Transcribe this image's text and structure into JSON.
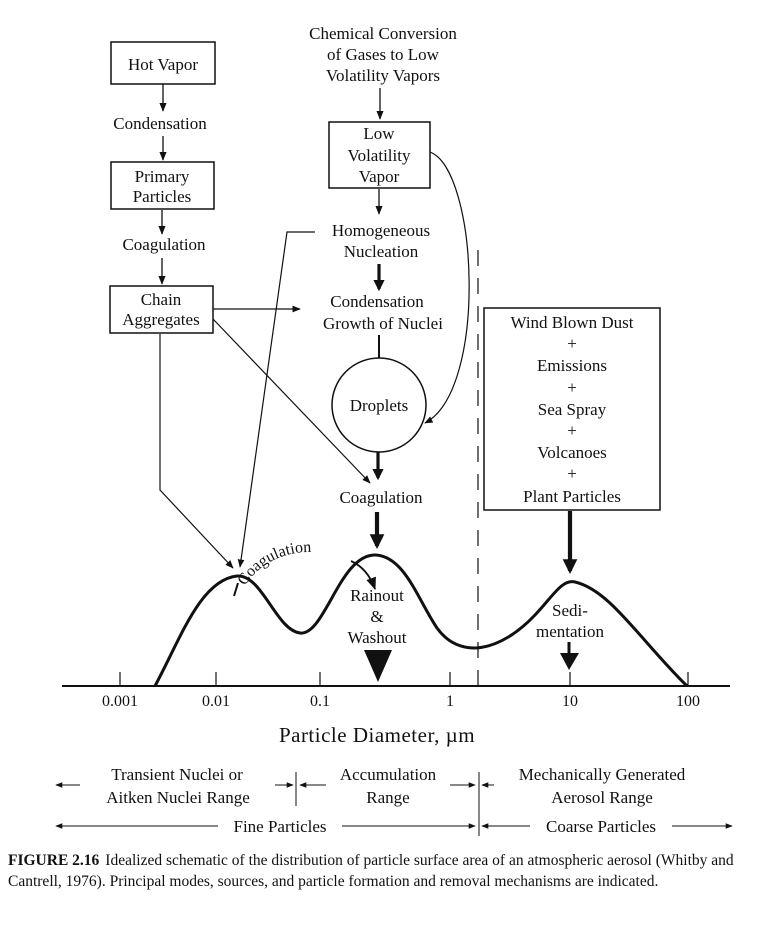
{
  "nodes": {
    "hot_vapor": "Hot Vapor",
    "condensation": "Condensation",
    "primary_particles": [
      "Primary",
      "Particles"
    ],
    "coagulation_1": "Coagulation",
    "chain_aggregates": [
      "Chain",
      "Aggregates"
    ],
    "chemical_conversion": [
      "Chemical Conversion",
      "of Gases to Low",
      "Volatility Vapors"
    ],
    "low_volatility_vapor": [
      "Low",
      "Volatility",
      "Vapor"
    ],
    "homogeneous_nucleation": [
      "Homogeneous",
      "Nucleation"
    ],
    "condensation_growth": [
      "Condensation",
      "Growth of Nuclei"
    ],
    "droplets": "Droplets",
    "coagulation_2": "Coagulation",
    "coarse_sources": [
      "Wind Blown Dust",
      "+",
      "Emissions",
      "+",
      "Sea Spray",
      "+",
      "Volcanoes",
      "+",
      "Plant Particles"
    ],
    "coagulation_curve": "Coagulation",
    "rainout": [
      "Rainout",
      "&",
      "Washout"
    ],
    "sedimentation": [
      "Sedi-",
      "mentation"
    ]
  },
  "axis": {
    "ticks": [
      "0.001",
      "0.01",
      "0.1",
      "1",
      "10",
      "100"
    ],
    "title": "Particle Diameter, µm"
  },
  "ranges": {
    "transient": [
      "Transient Nuclei or",
      "Aitken Nuclei Range"
    ],
    "accumulation": [
      "Accumulation",
      "Range"
    ],
    "mechanical": [
      "Mechanically Generated",
      "Aerosol Range"
    ],
    "fine": "Fine Particles",
    "coarse": "Coarse Particles"
  },
  "caption": {
    "figure": "FIGURE 2.16",
    "text": "Idealized schematic of the distribution of particle surface area of an atmospheric aerosol (Whitby and Cantrell, 1976). Principal modes, sources, and particle formation and removal mechanisms are indicated."
  }
}
